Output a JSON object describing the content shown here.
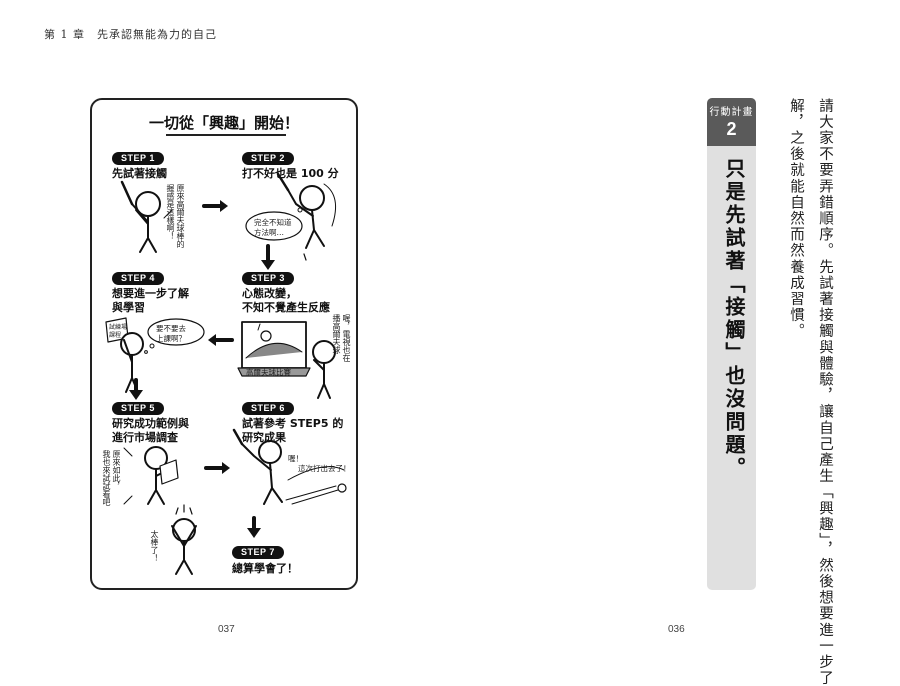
{
  "header": {
    "chapter": "第 1 章　先承認無能為力的自己"
  },
  "pages": {
    "left": "037",
    "right": "036"
  },
  "panel": {
    "title": "一切從「興趣」開始！",
    "steps": [
      {
        "label": "STEP 1",
        "caption": [
          "先試著接觸"
        ]
      },
      {
        "label": "STEP 2",
        "caption": [
          "打不好也是 100 分"
        ]
      },
      {
        "label": "STEP 3",
        "caption": [
          "心態改變，",
          "不知不覺產生反應"
        ]
      },
      {
        "label": "STEP 4",
        "caption": [
          "想要進一步了解",
          "與學習"
        ]
      },
      {
        "label": "STEP 5",
        "caption": [
          "研究成功範例與",
          "進行市場調查"
        ]
      },
      {
        "label": "STEP 6",
        "caption": [
          "試著參考 STEP5 的",
          "研究成果"
        ]
      },
      {
        "label": "STEP 7",
        "caption": [
          "總算學會了！"
        ]
      }
    ],
    "bubbles": {
      "s1": [
        "原來高爾夫球棒的",
        "握感是這樣啊！"
      ],
      "s2": [
        "完全不知道",
        "方法啊…"
      ],
      "s3": [
        "喔，電視也在",
        "播高爾夫球"
      ],
      "s3_tv": "高爾夫球比賽",
      "s4_think": [
        "要不要去",
        "上課啊？"
      ],
      "s4_sign": [
        "試練場",
        "課程"
      ],
      "s5": [
        "原來如此，",
        "我也來試試看吧"
      ],
      "s6": [
        "喔！",
        "這次打出去了！"
      ],
      "s7": "太棒了！"
    }
  },
  "right_page": {
    "plan_label": "行動計畫",
    "plan_number": "2",
    "plan_heading": "只是先試著「接觸」也沒問題。",
    "body_columns": [
      "請大家不要弄錯順序。先試著接觸與體驗，讓自己產生「興趣」，然後想要進一步了",
      "解，之後就能自然而然養成習慣。"
    ]
  },
  "colors": {
    "ink": "#1a1a1a",
    "tab": "#5a5a5a",
    "box": "#e0e0e0"
  }
}
